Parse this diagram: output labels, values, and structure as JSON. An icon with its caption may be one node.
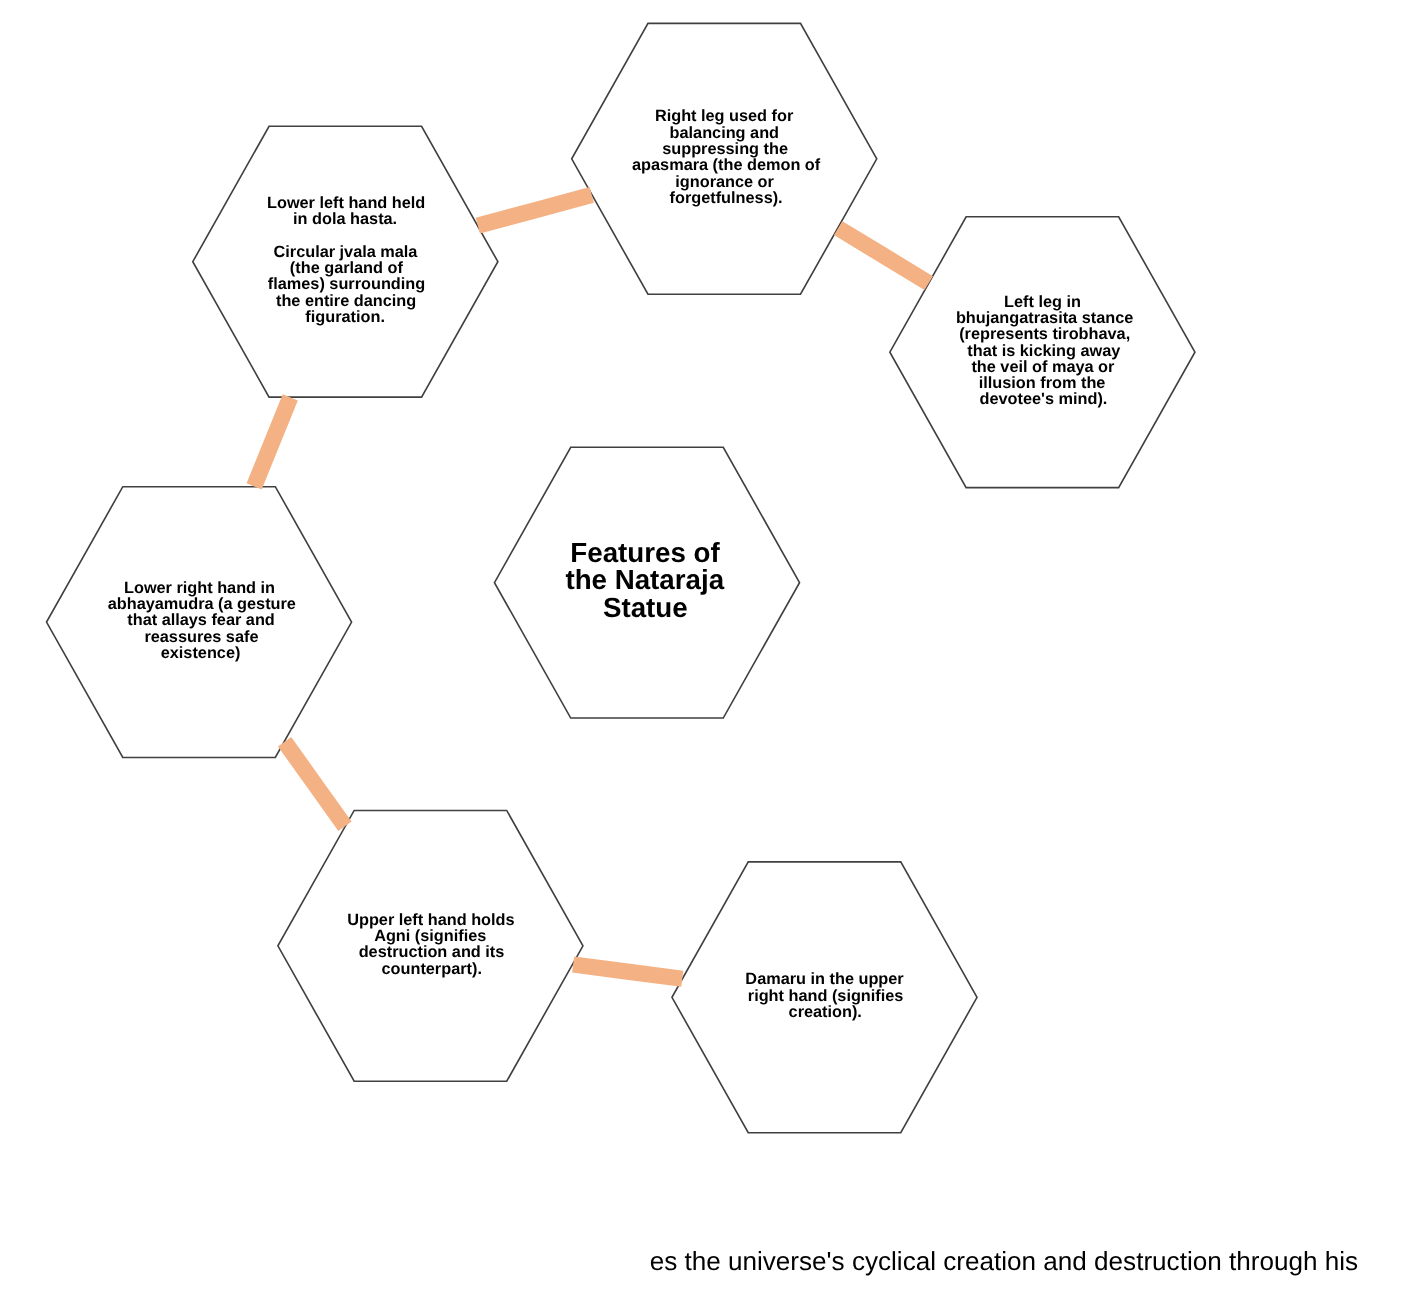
{
  "diagram": {
    "nodes": [
      {
        "text": [
          "Damaru in the upper right hand (signifies creation)."
        ]
      },
      {
        "text": [
          "Left leg in bhujangatrasita stance (represents tirobhava, that is kicking away the veil of maya or illusion from the devotee's mind)."
        ]
      },
      {
        "text": [
          "Upper left hand holds Agni (signifies destruction and its counterpart)."
        ]
      },
      {
        "text": [
          "Features of the Nataraja Statue"
        ]
      },
      {
        "text": [
          "Right leg used for balancing and suppressing the apasmara (the demon of ignorance or forgetfulness)."
        ]
      },
      {
        "text": [
          "Lower right hand in abhayamudra (a gesture that allays fear and reassures safe existence)"
        ]
      },
      {
        "text": [
          "Lower left hand held in dola hasta.",
          "Circular jvala mala (the garland of flames) surrounding the entire dancing figuration."
        ]
      }
    ],
    "edges": [
      {
        "from": 0,
        "to": 2,
        "arrow": "none"
      },
      {
        "from": 2,
        "to": 5,
        "arrow": "none"
      },
      {
        "from": 5,
        "to": 6,
        "arrow": "none"
      },
      {
        "from": 6,
        "to": 4,
        "arrow": "none"
      },
      {
        "from": 4,
        "to": 1,
        "arrow": "none"
      }
    ],
    "labels": [
      "es the universe's cyclical creation and destruction through his"
    ]
  }
}
